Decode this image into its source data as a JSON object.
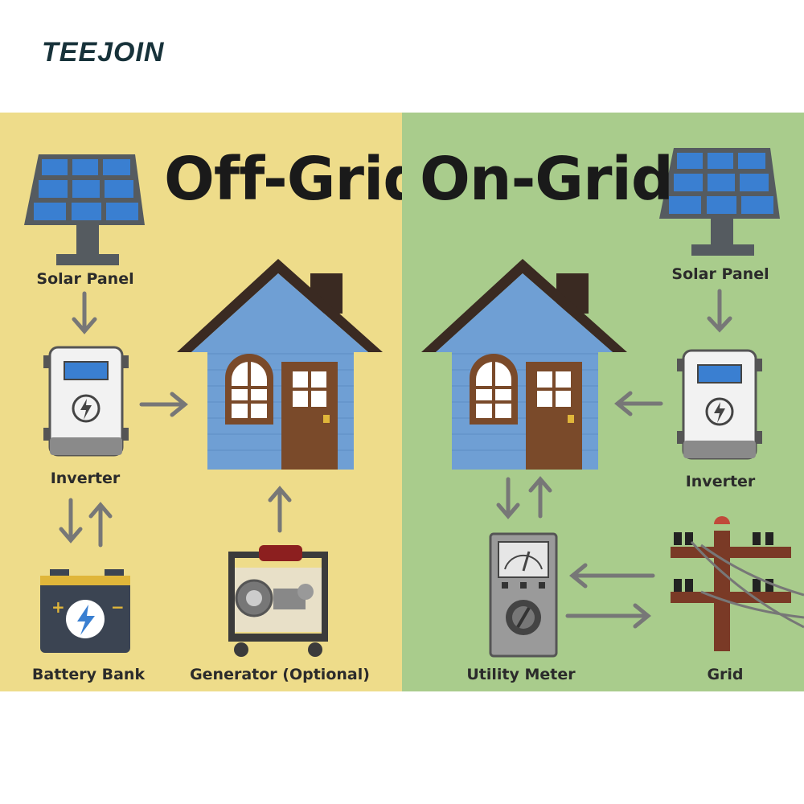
{
  "brand": {
    "logo_text": "TEEJOIN",
    "colors": {
      "dark": "#17323a",
      "teal": "#1c8c8a"
    }
  },
  "diagram": {
    "colors": {
      "off_grid_bg": "#eedc8a",
      "on_grid_bg": "#a9cc8c",
      "arrow": "#777777",
      "house_wall": "#6f9fd4",
      "roof": "#3a2a22",
      "door": "#7a4a2a",
      "panel_cell": "#3a7fd1"
    },
    "off_grid": {
      "title": "Off-Grid",
      "components": {
        "solar_panel": "Solar Panel",
        "inverter": "Inverter",
        "battery": "Battery Bank",
        "generator": "Generator (Optional)"
      }
    },
    "on_grid": {
      "title": "On-Grid",
      "components": {
        "solar_panel": "Solar Panel",
        "inverter": "Inverter",
        "meter": "Utility Meter",
        "grid": "Grid"
      }
    }
  }
}
